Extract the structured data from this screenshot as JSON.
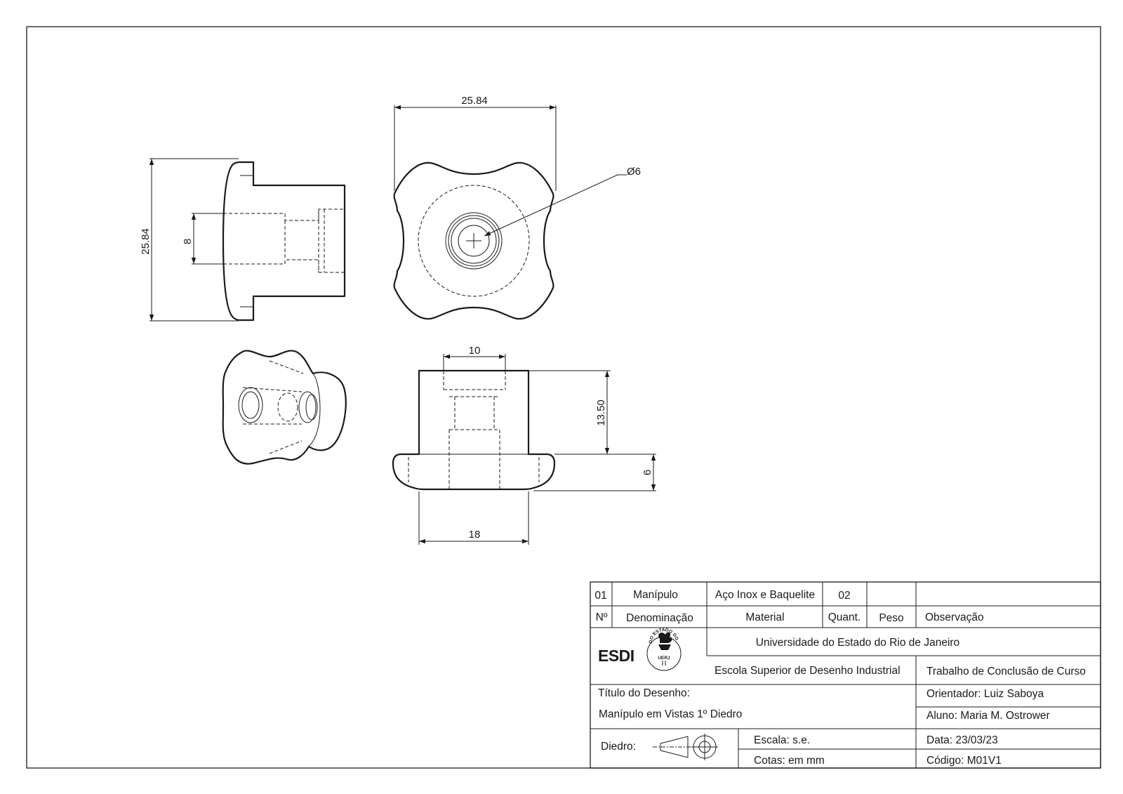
{
  "dimensions": {
    "top_width": "25.84",
    "left_height": "25.84",
    "left_bore": "8",
    "hole_diameter": "Ø6",
    "bore_width": "10",
    "body_height": "13.50",
    "flange_height": "6",
    "body_width": "18"
  },
  "title_block": {
    "row1": {
      "num": "01",
      "name": "Manípulo",
      "material": "Aço Inox e Baquelite",
      "quantity": "02",
      "weight": "",
      "note": ""
    },
    "header": {
      "num": "Nº",
      "name": "Denominação",
      "material": "Material",
      "quantity": "Quant.",
      "weight": "Peso",
      "note": "Observação"
    },
    "logo_text": "ESDI",
    "seal_text": "UNIVERSIDADE DO ESTADO DO RIO DE JANEIRO",
    "seal_abbr": "UERJ",
    "university": "Universidade do Estado do Rio de Janeiro",
    "school": "Escola Superior de Desenho Industrial",
    "course": "Trabalho de Conclusão de Curso",
    "title_label": "Título do Desenho:",
    "title_value": "Manípulo em Vistas 1º Diedro",
    "advisor": "Orientador: Luiz Saboya",
    "student": "Aluno: Maria M. Ostrower",
    "dihedral": "Diedro:",
    "scale": "Escala:  s.e.",
    "units": "Cotas: em mm",
    "date": "Data:  23/03/23",
    "code": "Código:   M01V1"
  }
}
